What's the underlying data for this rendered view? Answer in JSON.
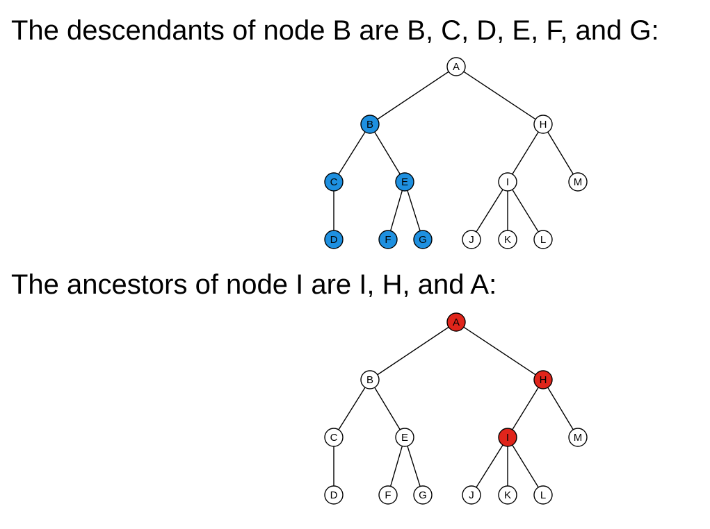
{
  "captions": {
    "descendants": "The descendants of node B are B, C, D, E, F, and G:",
    "ancestors": "The ancestors of node I are I, H, and A:"
  },
  "colors": {
    "default_fill": "#ffffff",
    "descendant_highlight": "#1e90e0",
    "ancestor_highlight": "#e0251b",
    "edge": "#000000"
  },
  "tree": {
    "nodes": [
      "A",
      "B",
      "C",
      "D",
      "E",
      "F",
      "G",
      "H",
      "I",
      "J",
      "K",
      "L",
      "M"
    ],
    "edges": [
      [
        "A",
        "B"
      ],
      [
        "A",
        "H"
      ],
      [
        "B",
        "C"
      ],
      [
        "B",
        "E"
      ],
      [
        "C",
        "D"
      ],
      [
        "E",
        "F"
      ],
      [
        "E",
        "G"
      ],
      [
        "H",
        "I"
      ],
      [
        "H",
        "M"
      ],
      [
        "I",
        "J"
      ],
      [
        "I",
        "K"
      ],
      [
        "I",
        "L"
      ]
    ]
  },
  "diagrams": [
    {
      "id": "descendants",
      "highlight_color": "descendant_highlight",
      "highlighted": [
        "B",
        "C",
        "D",
        "E",
        "F",
        "G"
      ]
    },
    {
      "id": "ancestors",
      "highlight_color": "ancestor_highlight",
      "highlighted": [
        "A",
        "H",
        "I"
      ]
    }
  ]
}
